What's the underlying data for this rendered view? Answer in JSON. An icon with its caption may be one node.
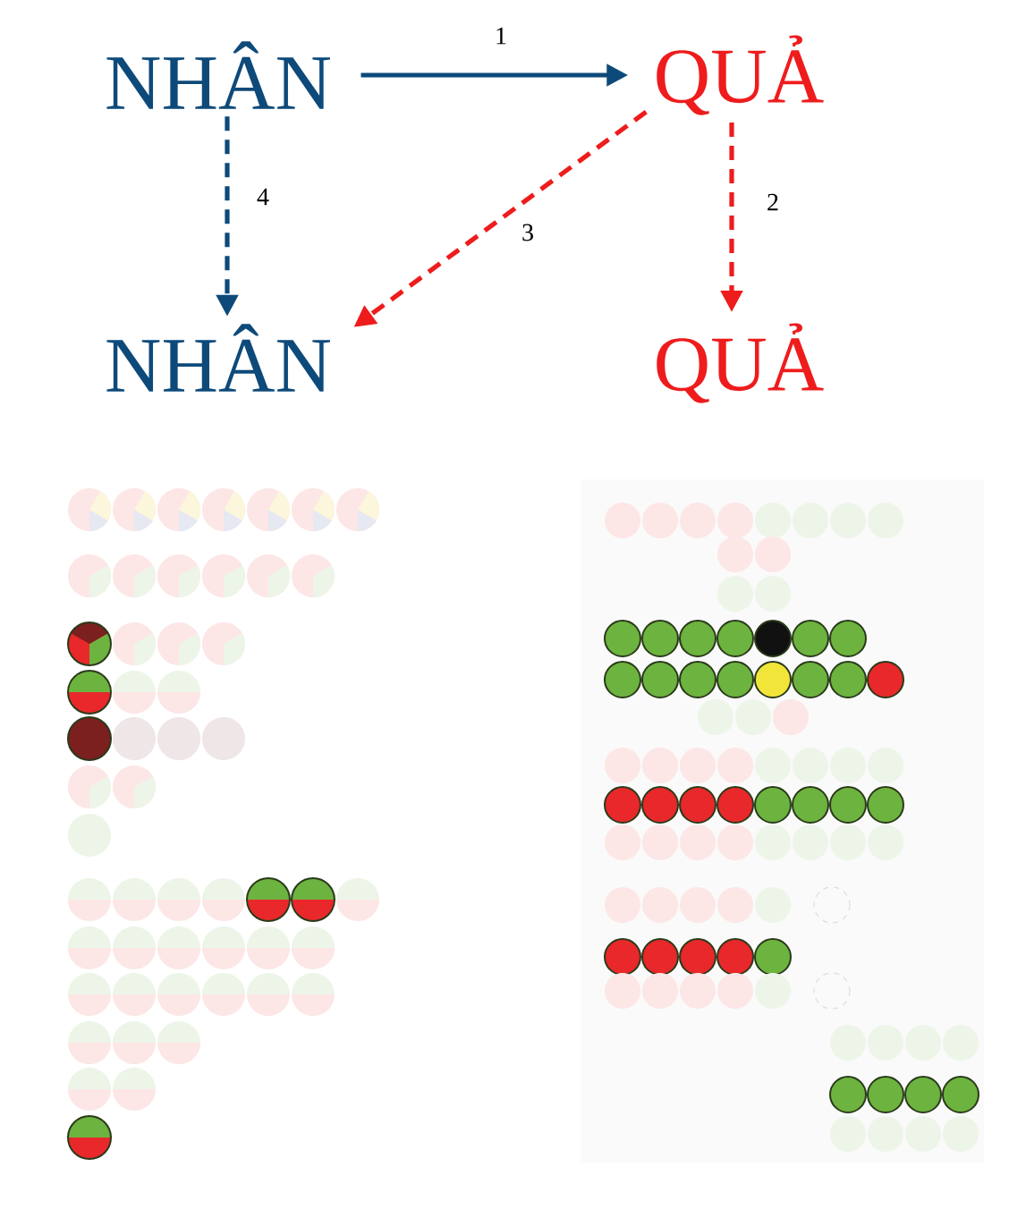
{
  "diagram": {
    "nodes": [
      {
        "text": [
          "NHÂN"
        ]
      },
      {
        "text": [
          "QUẢ"
        ]
      },
      {
        "text": [
          "NHÂN"
        ]
      },
      {
        "text": [
          "QUẢ"
        ]
      }
    ],
    "edges": [
      {
        "from": 0,
        "to": 1,
        "arrow": "to",
        "label": "1",
        "color": "#0d4a7a"
      },
      {
        "from": 1,
        "to": 3,
        "arrow": "to",
        "label": "2",
        "style": "dashed",
        "color": "#ee1c1c"
      },
      {
        "from": 1,
        "to": 2,
        "arrow": "to",
        "label": "3",
        "style": "dashed",
        "color": "#ee1c1c"
      },
      {
        "from": 0,
        "to": 2,
        "arrow": "to",
        "label": "4",
        "style": "dashed",
        "color": "#0d4a7a"
      }
    ]
  }
}
